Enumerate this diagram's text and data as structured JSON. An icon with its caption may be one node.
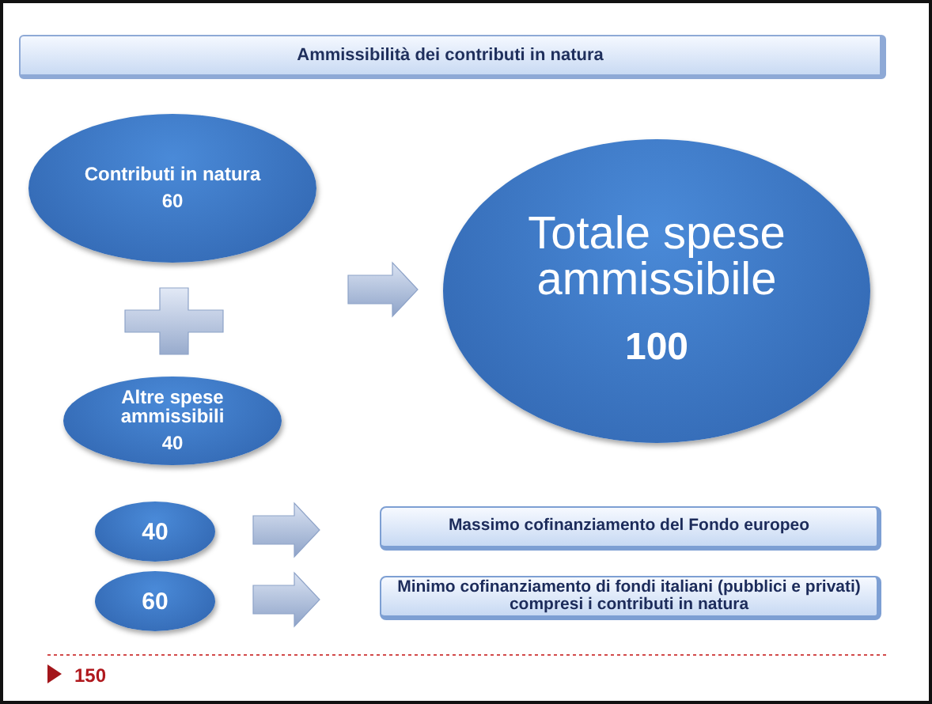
{
  "diagram": {
    "title": "Ammissibilità dei contributi in natura",
    "nodes": [
      {
        "text": [
          "Contributi in natura",
          "60"
        ]
      },
      {
        "text": [
          "Altre spese ammissibili",
          "40"
        ]
      },
      {
        "text": [
          "Totale spese ammissibile",
          "100"
        ]
      },
      {
        "text": [
          "40"
        ]
      },
      {
        "text": [
          "Massimo cofinanziamento del Fondo europeo"
        ]
      },
      {
        "text": [
          "60"
        ]
      },
      {
        "text": [
          "Minimo cofinanziamento di fondi italiani (pubblici e privati) compresi i contributi in natura"
        ]
      }
    ],
    "edges": [
      {
        "from": null,
        "to": 2,
        "arrow": "to"
      },
      {
        "from": 3,
        "to": 4,
        "arrow": "to"
      },
      {
        "from": 5,
        "to": 6,
        "arrow": "to"
      }
    ],
    "labels": [
      "150"
    ]
  }
}
